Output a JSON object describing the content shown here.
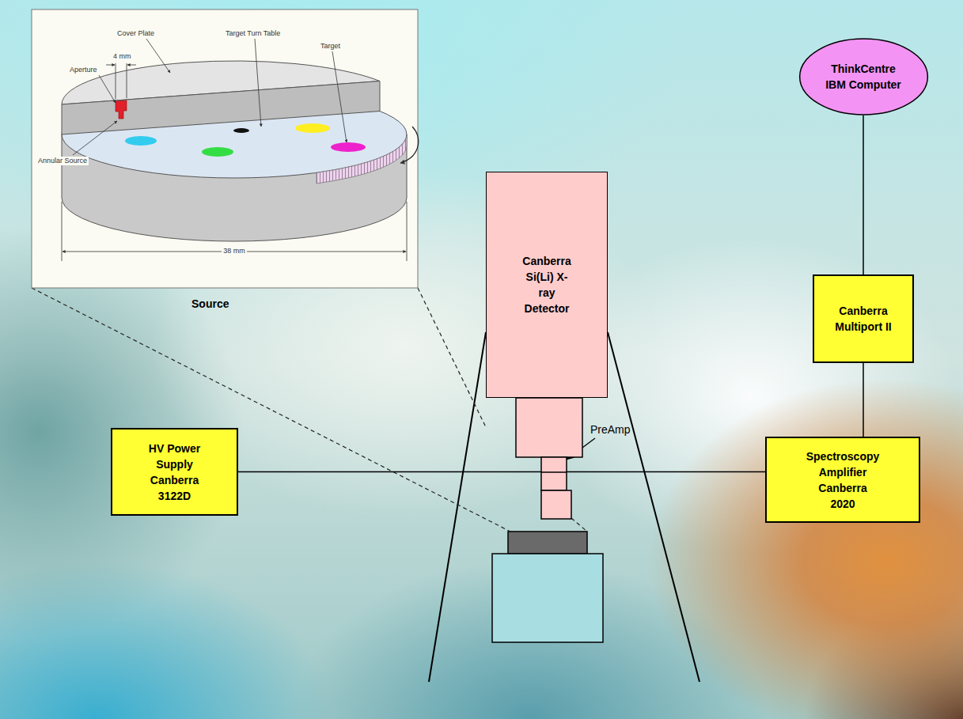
{
  "diagram": {
    "nodes": [
      {
        "text": [
          "ThinkCentre IBM Computer"
        ]
      },
      {
        "text": [
          "Canberra Multiport II"
        ]
      },
      {
        "text": [
          "Spectroscopy Amplifier Canberra 2020"
        ]
      },
      {
        "text": [
          "HV Power Supply Canberra 3122D"
        ]
      },
      {
        "text": [
          "Canberra Si(Li) X-ray Detector"
        ]
      }
    ],
    "edges": [
      {
        "from": 0,
        "to": 1,
        "arrow": "none"
      },
      {
        "from": 1,
        "to": 2,
        "arrow": "none"
      },
      {
        "from": 3,
        "to": 4,
        "arrow": "none"
      },
      {
        "from": 4,
        "to": 2,
        "arrow": "none"
      }
    ],
    "labels": [
      "Cover Plate",
      "Target Turn Table",
      "Target",
      "Aperture",
      "4 mm",
      "Annular Source",
      "38 mm",
      "Source",
      "PreAmp"
    ]
  }
}
